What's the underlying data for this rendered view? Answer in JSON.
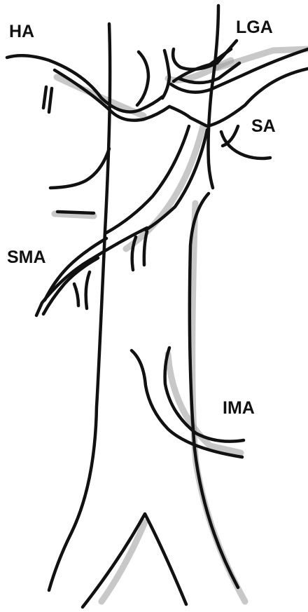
{
  "labels": {
    "ha": "HA",
    "lga": "LGA",
    "sa": "SA",
    "sma": "SMA",
    "ima": "IMA"
  }
}
